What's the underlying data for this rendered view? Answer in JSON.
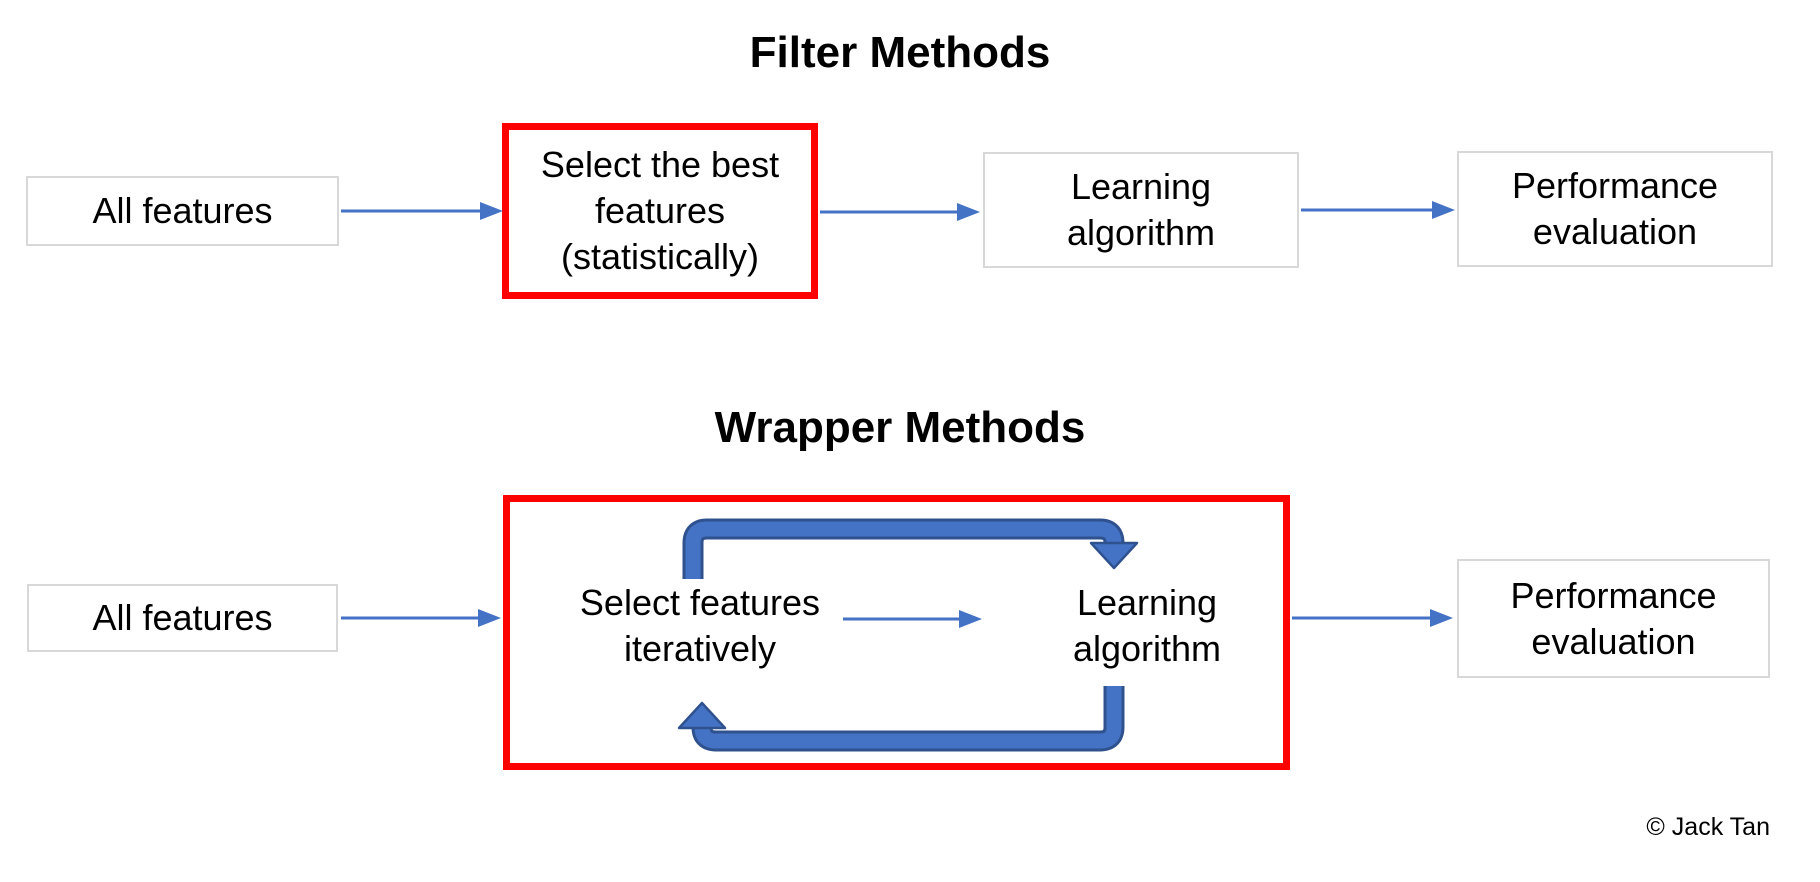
{
  "filter_section": {
    "title": "Filter Methods",
    "all_features_label": "All features",
    "select_best_label": "Select the best\nfeatures\n(statistically)",
    "learning_label": "Learning\nalgorithm",
    "performance_label": "Performance\nevaluation"
  },
  "wrapper_section": {
    "title": "Wrapper Methods",
    "all_features_label": "All features",
    "select_iteratively_label": "Select features\niteratively",
    "learning_label": "Learning\nalgorithm",
    "performance_label": "Performance\nevaluation"
  },
  "credit": "© Jack Tan",
  "colors": {
    "arrow_blue": "#4472C4",
    "arrow_blue_dark": "#2F528F",
    "highlight_red": "#FF0000",
    "box_border_gray": "#D8D8D8",
    "text_black": "#000000"
  }
}
